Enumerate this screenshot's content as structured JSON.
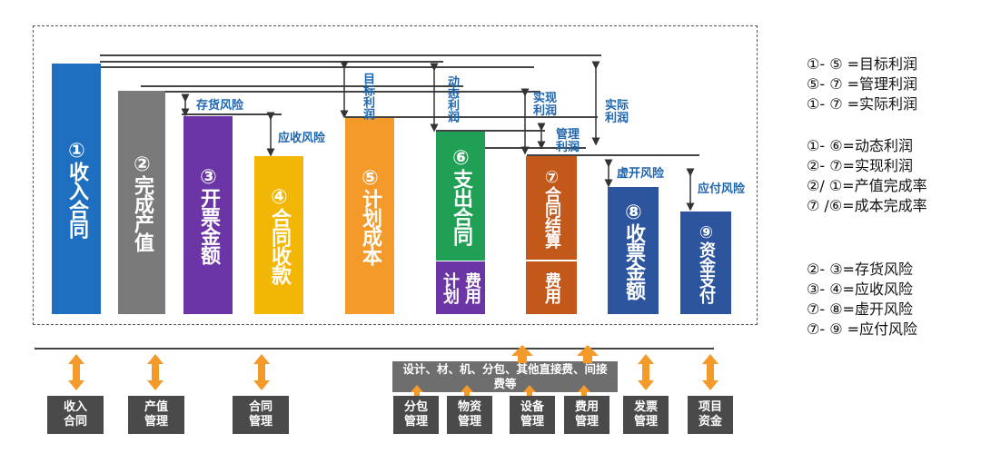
{
  "bars": [
    {
      "num": "①",
      "label": "收入合同",
      "color": "#1e6fbf"
    },
    {
      "num": "②",
      "label": "完成产值",
      "color": "#7a7a7a"
    },
    {
      "num": "③",
      "label": "开票金额",
      "color": "#6b35a5"
    },
    {
      "num": "④",
      "label": "合同收款",
      "color": "#f2b705"
    },
    {
      "num": "⑤",
      "label": "计划成本",
      "color": "#f39a2b"
    },
    {
      "num": "⑥",
      "label": "支出合同",
      "color": "#1fa055"
    },
    {
      "num": "⑦",
      "label": "合同结算",
      "color": "#c3581b"
    },
    {
      "num": "⑧",
      "label": "收票金额",
      "color": "#2d559e"
    },
    {
      "num": "⑨",
      "label": "资金支付",
      "color": "#2d559e"
    }
  ],
  "sub_bars": {
    "bar6_lower_a": "计划",
    "bar6_lower_b": "费用",
    "bar7_lower": "费用"
  },
  "labels": {
    "inventory_risk": "存货风险",
    "receivable_risk": "应收风险",
    "target_profit": "目标利润",
    "dynamic_profit": "动态利润",
    "realized_profit": "实现利润",
    "mgmt_profit": "管理利润",
    "actual_profit": "实际利润",
    "invoice_risk": "虚开风险",
    "payable_risk": "应付风险"
  },
  "legend": [
    "①- ⑤ =目标利润",
    "⑤- ⑦ =管理利润",
    "①- ⑦ =实际利润",
    "①- ⑥=动态利润",
    "②- ⑦=实现利润",
    "②/ ①=产值完成率",
    "⑦ /⑥=成本完成率",
    "②- ③=存货风险",
    "③- ④=应收风险",
    "⑦- ⑧=虚开风险",
    "⑦- ⑨ =应付风险"
  ],
  "bottom": {
    "cost_bar": "设计、材、机、分包、其他直接费、间接费等",
    "boxes": [
      {
        "line1": "收入",
        "line2": "合同"
      },
      {
        "line1": "产值",
        "line2": "管理"
      },
      {
        "line1": "合同",
        "line2": "管理"
      },
      {
        "line1": "分包",
        "line2": "管理"
      },
      {
        "line1": "物资",
        "line2": "管理"
      },
      {
        "line1": "设备",
        "line2": "管理"
      },
      {
        "line1": "费用",
        "line2": "管理"
      },
      {
        "line1": "发票",
        "line2": "管理"
      },
      {
        "line1": "项目",
        "line2": "资金"
      }
    ]
  },
  "colors": {
    "accent_orange": "#f39a2b",
    "label_blue": "#1f66b0",
    "box_gray": "#4a4a4a"
  }
}
